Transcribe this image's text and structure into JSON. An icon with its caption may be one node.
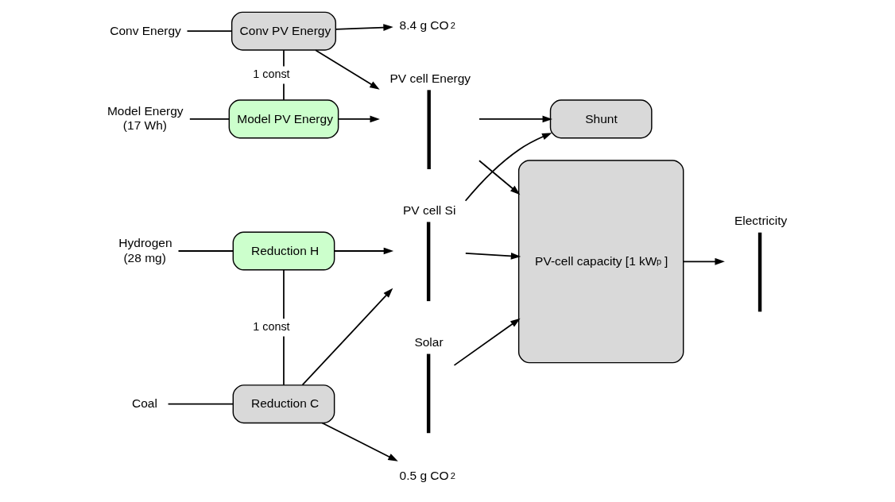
{
  "diagram": {
    "nodes": [
      {
        "text": [
          "Conv Energy"
        ]
      },
      {
        "text": [
          "Conv PV Energy"
        ]
      },
      {
        "text": [
          "8.4 g CO$_{2}$"
        ]
      },
      {
        "text": [
          "Model Energy"
        ],
        "beside": [
          "(17 Wh)"
        ]
      },
      {
        "text": [
          "Model PV Energy"
        ]
      },
      {
        "text": [
          "Solar"
        ]
      },
      {
        "text": [
          "PV cell Energy"
        ]
      },
      {
        "text": [
          "Shunt"
        ]
      },
      {
        "text": [
          "PV-cell capacity [1 kW$_{p}$]"
        ]
      },
      {
        "text": [
          "Electricity"
        ]
      },
      {
        "text": [
          "Hydrogen"
        ],
        "beside": [
          "(28 mg)"
        ]
      },
      {
        "text": [
          "Reduction H"
        ]
      },
      {
        "text": [
          "Coal"
        ]
      },
      {
        "text": [
          "Reduction C"
        ]
      },
      {
        "text": [
          "PV cell Si"
        ]
      },
      {
        "text": [
          "0.5 g CO$_{2}$"
        ]
      }
    ],
    "edges": [
      {
        "from": 0,
        "to": 1,
        "arrow": "none"
      },
      {
        "from": 3,
        "to": 4,
        "arrow": "none"
      },
      {
        "from": 1,
        "to": 4,
        "arrow": "none",
        "label": "1 const"
      },
      {
        "from": 1,
        "to": 2,
        "arrow": "to"
      },
      {
        "from": 1,
        "to": 6,
        "arrow": "to"
      },
      {
        "from": 4,
        "to": 6,
        "arrow": "to"
      },
      {
        "from": 6,
        "to": 7,
        "arrow": "to"
      },
      {
        "from": 6,
        "to": 8,
        "arrow": "to"
      },
      {
        "from": 5,
        "to": 8,
        "arrow": "to"
      },
      {
        "from": 8,
        "to": 9,
        "arrow": "to"
      },
      {
        "from": 10,
        "to": 11,
        "arrow": "none"
      },
      {
        "from": 12,
        "to": 13,
        "arrow": "none"
      },
      {
        "from": 11,
        "to": 13,
        "arrow": "none",
        "label": "1 const"
      },
      {
        "from": 11,
        "to": 14,
        "arrow": "to"
      },
      {
        "from": 13,
        "to": 14,
        "arrow": "to"
      },
      {
        "from": 14,
        "to": 7,
        "arrow": "to"
      },
      {
        "from": 14,
        "to": 8,
        "arrow": "to"
      },
      {
        "from": 13,
        "to": 15,
        "arrow": "to"
      }
    ]
  }
}
